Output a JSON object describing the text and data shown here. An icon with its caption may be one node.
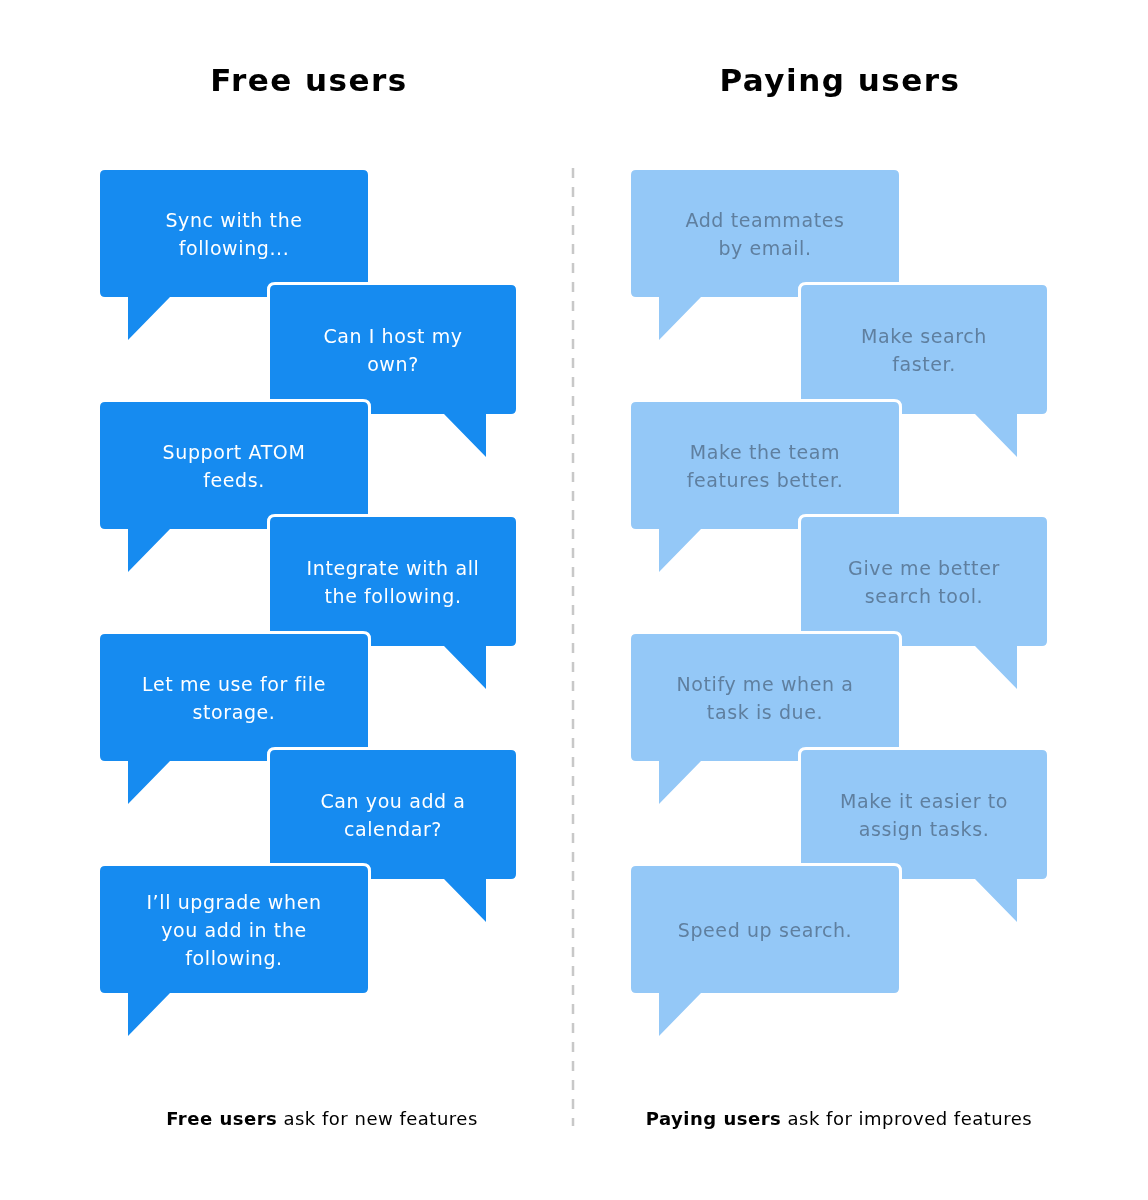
{
  "diagram": {
    "nodes": [
      {
        "text": [
          "Sync with the following..."
        ]
      },
      {
        "text": [
          "Can I host my own?"
        ]
      },
      {
        "text": [
          "Support ATOM feeds."
        ]
      },
      {
        "text": [
          "Integrate with all the following."
        ]
      },
      {
        "text": [
          "Let me use for file storage."
        ]
      },
      {
        "text": [
          "Can you add a calendar?"
        ]
      },
      {
        "text": [
          "I’ll upgrade when you add in the following."
        ]
      },
      {
        "text": [
          "Add teammates by email."
        ]
      },
      {
        "text": [
          "Make search faster."
        ]
      },
      {
        "text": [
          "Make the team features better."
        ]
      },
      {
        "text": [
          "Give me better search tool."
        ]
      },
      {
        "text": [
          "Notify me when a task is due."
        ]
      },
      {
        "text": [
          "Make it easier to assign tasks."
        ]
      },
      {
        "text": [
          "Speed up search."
        ]
      }
    ],
    "labels": [
      "Free users",
      "Paying users",
      "**Free users** ask for new features",
      "**Paying users** ask for improved features"
    ]
  }
}
